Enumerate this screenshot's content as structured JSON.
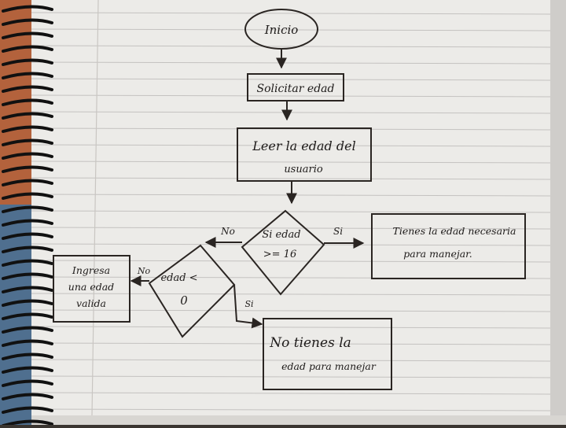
{
  "flowchart": {
    "start": "Inicio",
    "step_request": "Solicitar edad",
    "step_read": [
      "Leer la edad del",
      "usuario"
    ],
    "decision_age": [
      "Si edad",
      ">= 16"
    ],
    "branch_yes_label": "Si",
    "branch_no_label": "No",
    "result_has_age": [
      "Tienes la edad necesaria",
      "para manejar."
    ],
    "decision_zero": [
      "edad <",
      "0"
    ],
    "zero_no_label": "No",
    "zero_yes_label": "Si",
    "result_invalid": [
      "Ingresa",
      "una edad",
      "valida"
    ],
    "result_too_young": [
      "No tienes la",
      "edad para manejar"
    ]
  }
}
